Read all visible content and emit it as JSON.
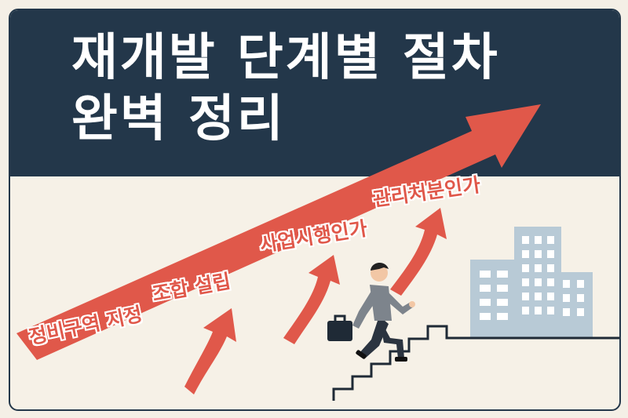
{
  "title": {
    "line1": "재개발 단계별 절차",
    "line2": "완벽 정리"
  },
  "steps": [
    {
      "label": "정비구역 지정"
    },
    {
      "label": "조합 설립"
    },
    {
      "label": "사업시행인가"
    },
    {
      "label": "관리처분인가"
    }
  ],
  "colors": {
    "banner": "#23374a",
    "background": "#f6f1e7",
    "arrow": "#e0584a",
    "building": "#b8cad6",
    "stairs": "#1f2a36"
  },
  "icons": [
    "main-arrow-icon",
    "small-arrow-icon",
    "person-climbing-icon",
    "briefcase-icon",
    "building-icon",
    "stairs-icon"
  ]
}
